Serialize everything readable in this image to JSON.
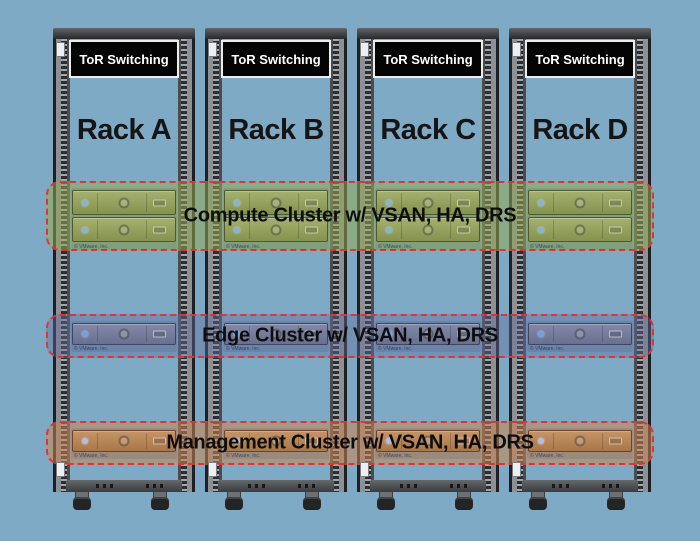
{
  "diagram": {
    "background_color": "#7FAAC6",
    "accent_red": "#E03338",
    "server_note": "© VMware, Inc.",
    "racks": [
      {
        "name": "Rack A",
        "tor_label": "ToR Switching"
      },
      {
        "name": "Rack B",
        "tor_label": "ToR Switching"
      },
      {
        "name": "Rack C",
        "tor_label": "ToR Switching"
      },
      {
        "name": "Rack D",
        "tor_label": "ToR Switching"
      }
    ],
    "clusters": [
      {
        "label": "Compute Cluster w/ VSAN, HA, DRS",
        "servers_per_rack": 2,
        "fill": "rgba(150,170,85,0.55)",
        "server": {
          "border": "#4E5930",
          "face_top": "#A4B06F",
          "face_bottom": "#86934F",
          "led": "#7FB3E0"
        }
      },
      {
        "label": "Edge Cluster w/ VSAN, HA, DRS",
        "servers_per_rack": 1,
        "fill": "rgba(100,110,158,0.42)",
        "server": {
          "border": "#3E4462",
          "face_top": "#8289A8",
          "face_bottom": "#6A7090",
          "led": "#6FA3E8"
        }
      },
      {
        "label": "Management Cluster w/ VSAN, HA, DRS",
        "servers_per_rack": 1,
        "fill": "rgba(203,133,84,0.55)",
        "server": {
          "border": "#6B4429",
          "face_top": "#C59468",
          "face_bottom": "#A87849",
          "led": "#AEBEE6"
        }
      }
    ]
  }
}
